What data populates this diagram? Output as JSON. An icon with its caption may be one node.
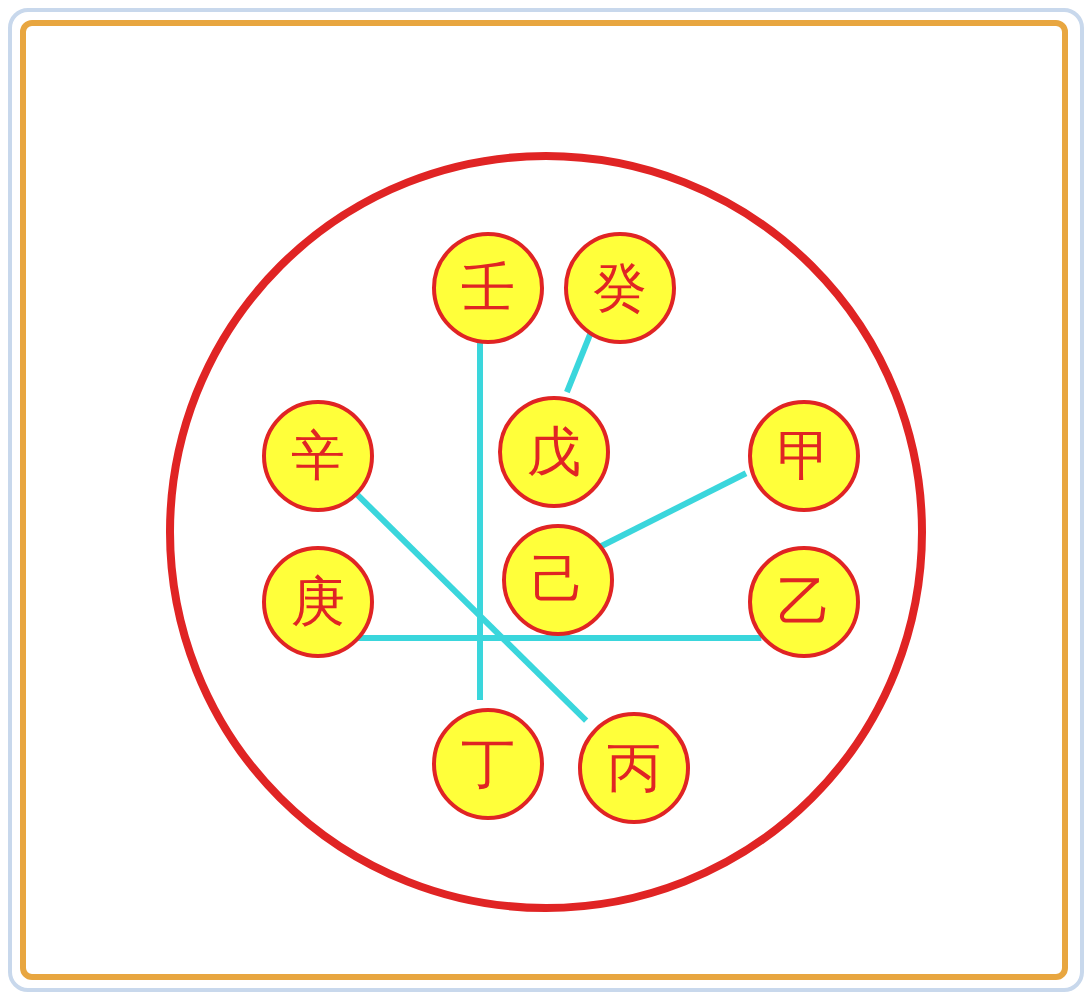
{
  "diagram": {
    "nodes": [
      {
        "text": [],
        "shape": "circle"
      },
      {
        "text": [
          "壬"
        ],
        "in": 0
      },
      {
        "text": [
          "癸"
        ],
        "in": 0
      },
      {
        "text": [
          "辛"
        ],
        "in": 0
      },
      {
        "text": [
          "戊"
        ],
        "in": 0
      },
      {
        "text": [
          "甲"
        ],
        "in": 0
      },
      {
        "text": [
          "庚"
        ],
        "in": 0
      },
      {
        "text": [
          "己"
        ],
        "in": 0
      },
      {
        "text": [
          "乙"
        ],
        "in": 0
      },
      {
        "text": [
          "丁"
        ],
        "in": 0
      },
      {
        "text": [
          "丙"
        ],
        "in": 0
      }
    ],
    "edges": [
      {
        "from": 1,
        "to": 9,
        "arrow": "none"
      },
      {
        "from": 2,
        "to": 4,
        "arrow": "none"
      },
      {
        "from": 3,
        "to": 10,
        "arrow": "none"
      },
      {
        "from": 5,
        "to": 7,
        "arrow": "none"
      },
      {
        "from": 6,
        "to": 8,
        "arrow": "none"
      }
    ]
  }
}
